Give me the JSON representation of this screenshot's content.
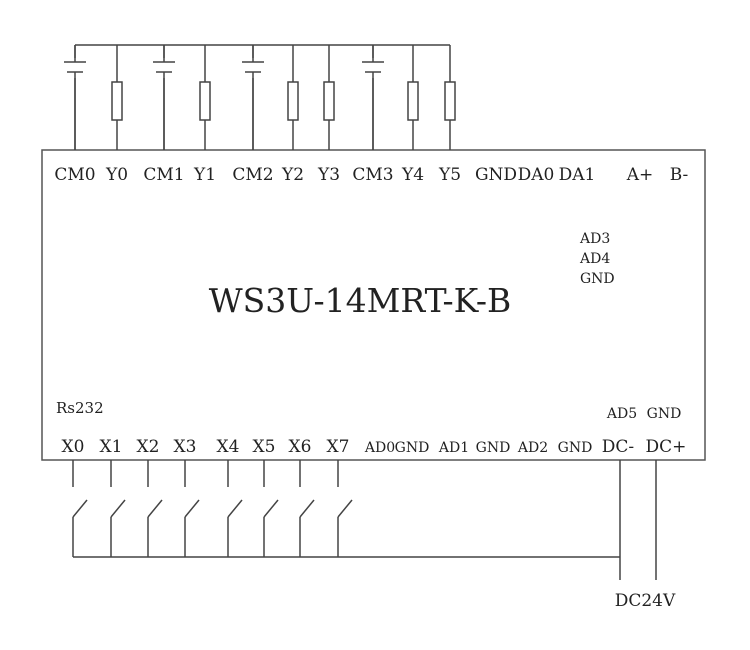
{
  "device": {
    "model": "WS3U-14MRT-K-B",
    "top_terminals": [
      "CM0",
      "Y0",
      "CM1",
      "Y1",
      "CM2",
      "Y2",
      "Y3",
      "CM3",
      "Y4",
      "Y5",
      "GND",
      "DA0",
      "DA1",
      "A+",
      "B-"
    ],
    "side_terminals": [
      "AD3",
      "AD4",
      "GND"
    ],
    "port_label": "Rs232",
    "upper_bottom_terminals": [
      "AD5",
      "GND"
    ],
    "bottom_terminals": [
      "X0",
      "X1",
      "X2",
      "X3",
      "X4",
      "X5",
      "X6",
      "X7",
      "AD0",
      "GND",
      "AD1",
      "GND",
      "AD2",
      "GND",
      "DC-",
      "DC+"
    ]
  },
  "wiring": {
    "output_loads": [
      "battery",
      "resistor",
      "battery",
      "resistor",
      "battery",
      "resistor",
      "resistor",
      "battery",
      "resistor",
      "resistor"
    ],
    "input_switches": 8,
    "power_label": "DC24V"
  }
}
